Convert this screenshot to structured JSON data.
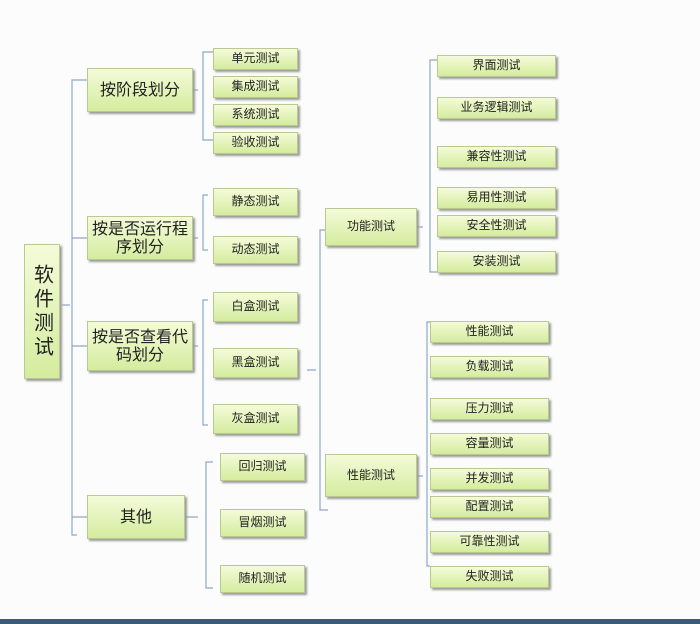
{
  "root": "软件测试",
  "categories": {
    "stage": {
      "label": "按阶段划分",
      "items": [
        "单元测试",
        "集成测试",
        "系统测试",
        "验收测试"
      ]
    },
    "run": {
      "label": "按是否运行程序划分",
      "items": [
        "静态测试",
        "动态测试"
      ]
    },
    "code": {
      "label": "按是否查看代码划分",
      "items": [
        "白盒测试",
        "黑盒测试",
        "灰盒测试"
      ]
    },
    "other": {
      "label": "其他",
      "items": [
        "回归测试",
        "冒烟测试",
        "随机测试"
      ]
    }
  },
  "functional": {
    "label": "功能测试",
    "items": [
      "界面测试",
      "业务逻辑测试",
      "兼容性测试",
      "易用性测试",
      "安全性测试",
      "安装测试"
    ]
  },
  "performance": {
    "label": "性能测试",
    "items": [
      "性能测试",
      "负载测试",
      "压力测试",
      "容量测试",
      "并发测试",
      "配置测试",
      "可靠性测试",
      "失败测试"
    ]
  }
}
